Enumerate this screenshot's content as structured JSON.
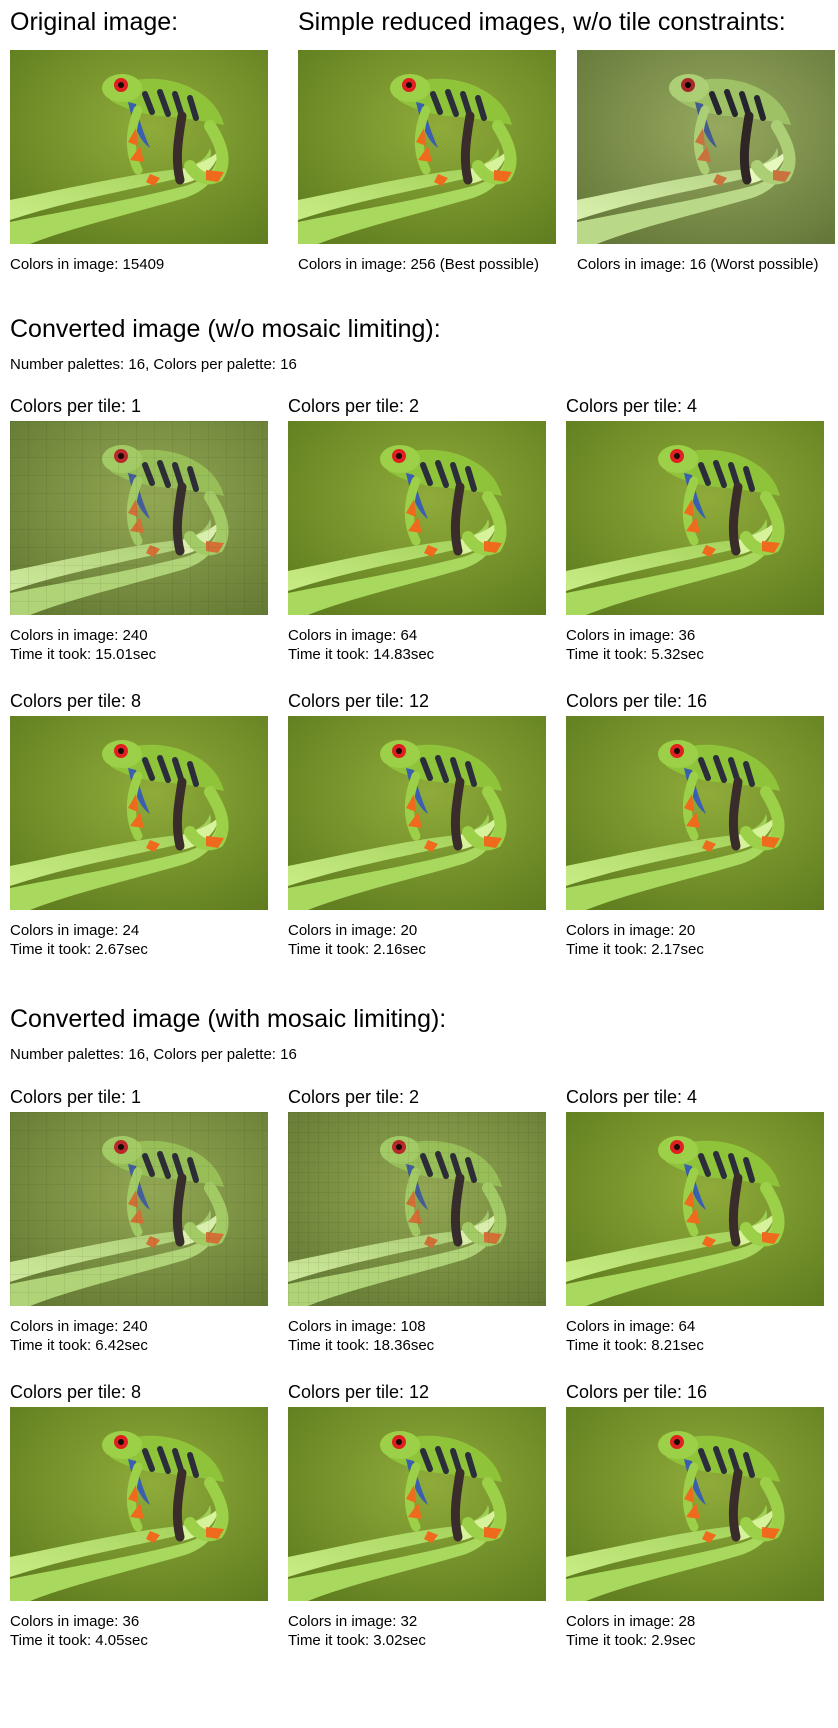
{
  "top": {
    "original_title": "Original image:",
    "original_caption": "Colors in image: 15409",
    "simple_title": "Simple reduced images, w/o tile constraints:",
    "simple_256_caption": "Colors in image: 256 (Best possible)",
    "simple_16_caption": "Colors in image: 16 (Worst possible)"
  },
  "section1": {
    "title": "Converted image (w/o mosaic limiting):",
    "params": "Number palettes: 16,  Colors per palette: 16",
    "cells": [
      {
        "label": "Colors per tile: 1",
        "colors": "Colors in image: 240",
        "time": "Time it took: 15.01sec"
      },
      {
        "label": "Colors per tile: 2",
        "colors": "Colors in image: 64",
        "time": "Time it took: 14.83sec"
      },
      {
        "label": "Colors per tile: 4",
        "colors": "Colors in image: 36",
        "time": "Time it took: 5.32sec"
      },
      {
        "label": "Colors per tile: 8",
        "colors": "Colors in image: 24",
        "time": "Time it took: 2.67sec"
      },
      {
        "label": "Colors per tile: 12",
        "colors": "Colors in image: 20",
        "time": "Time it took: 2.16sec"
      },
      {
        "label": "Colors per tile: 16",
        "colors": "Colors in image: 20",
        "time": "Time it took: 2.17sec"
      }
    ]
  },
  "section2": {
    "title": "Converted image (with mosaic limiting):",
    "params": "Number palettes: 16,  Colors per palette: 16",
    "cells": [
      {
        "label": "Colors per tile: 1",
        "colors": "Colors in image: 240",
        "time": "Time it took: 6.42sec"
      },
      {
        "label": "Colors per tile: 2",
        "colors": "Colors in image: 108",
        "time": "Time it took: 18.36sec"
      },
      {
        "label": "Colors per tile: 4",
        "colors": "Colors in image: 64",
        "time": "Time it took: 8.21sec"
      },
      {
        "label": "Colors per tile: 8",
        "colors": "Colors in image: 36",
        "time": "Time it took: 4.05sec"
      },
      {
        "label": "Colors per tile: 12",
        "colors": "Colors in image: 32",
        "time": "Time it took: 3.02sec"
      },
      {
        "label": "Colors per tile: 16",
        "colors": "Colors in image: 28",
        "time": "Time it took: 2.9sec"
      }
    ]
  },
  "colors": {
    "background_green": "#7a9a2e",
    "leaf_green": "#b7e06a",
    "frog_green": "#8fc33a",
    "eye_red": "#e02020",
    "foot_orange": "#ef6a1c",
    "stripe_dark": "#2b2d3a",
    "stripe_blue": "#3a5fb0"
  }
}
